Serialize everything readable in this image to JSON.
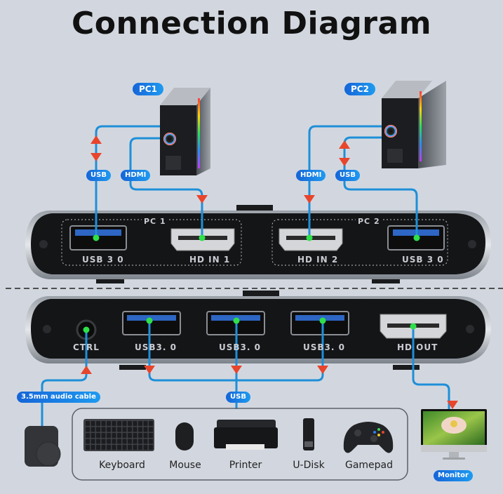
{
  "title": "Connection Diagram",
  "colors": {
    "background": "#d2d7df",
    "cable": "#1e8fd8",
    "arrow": "#e8452c",
    "port_dot": "#2ee04a",
    "device_body": "#151618",
    "label_pill": "#1565d8"
  },
  "computers": [
    {
      "label": "PC1",
      "cables": [
        "USB",
        "HDMI"
      ]
    },
    {
      "label": "PC2",
      "cables": [
        "HDMI",
        "USB"
      ]
    }
  ],
  "front_panel": {
    "groups": [
      {
        "label": "PC 1",
        "ports": [
          {
            "label": "USB 3 0",
            "type": "usb"
          },
          {
            "label": "HD IN 1",
            "type": "hdmi"
          }
        ]
      },
      {
        "label": "PC 2",
        "ports": [
          {
            "label": "HD IN 2",
            "type": "hdmi"
          },
          {
            "label": "USB 3 0",
            "type": "usb"
          }
        ]
      }
    ]
  },
  "back_panel": {
    "ports": [
      {
        "label": "CTRL",
        "type": "audio"
      },
      {
        "label": "USB3. 0",
        "type": "usb"
      },
      {
        "label": "USB3. 0",
        "type": "usb"
      },
      {
        "label": "USB3. 0",
        "type": "usb"
      },
      {
        "label": "HD OUT",
        "type": "hdmi"
      }
    ]
  },
  "cable_labels": {
    "audio": "3.5mm audio cable",
    "usb": "USB",
    "monitor": "Monitor"
  },
  "peripherals": [
    {
      "label": "Keyboard",
      "icon": "keyboard-icon"
    },
    {
      "label": "Mouse",
      "icon": "mouse-icon"
    },
    {
      "label": "Printer",
      "icon": "printer-icon"
    },
    {
      "label": "U-Disk",
      "icon": "usb-drive-icon"
    },
    {
      "label": "Gamepad",
      "icon": "gamepad-icon"
    }
  ]
}
